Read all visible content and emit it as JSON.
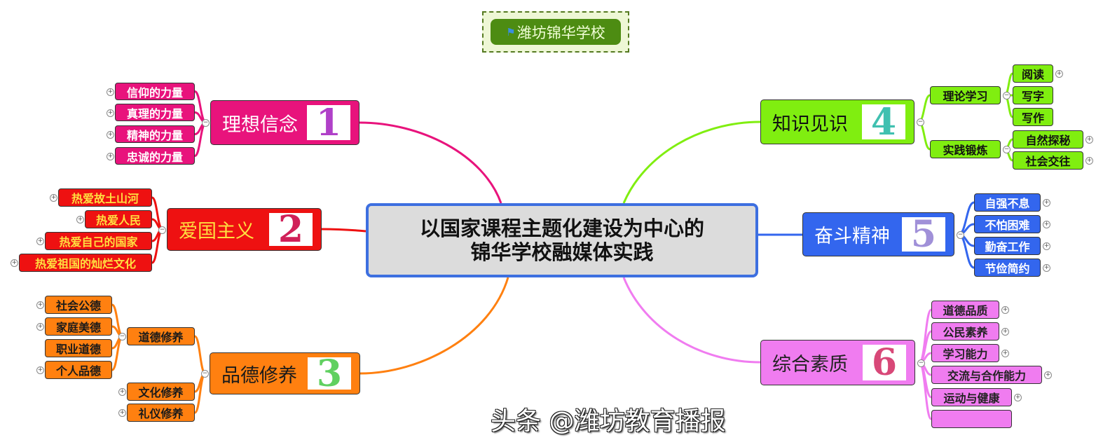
{
  "header": {
    "school_label": "潍坊锦华学校",
    "flag_icon": "flag-icon"
  },
  "center": {
    "line1": "以国家课程主题化建设为中心的",
    "line2": "锦华学校融媒体实践"
  },
  "branches": [
    {
      "label": "理想信念",
      "number": "1",
      "color": "#e8137c",
      "text_color": "#ffffff",
      "children": [
        {
          "label": "信仰的力量"
        },
        {
          "label": "真理的力量"
        },
        {
          "label": "精神的力量"
        },
        {
          "label": "忠诚的力量"
        }
      ]
    },
    {
      "label": "爱国主义",
      "number": "2",
      "color": "#ee1111",
      "text_color": "#ffe040",
      "children": [
        {
          "label": "热爱故土山河"
        },
        {
          "label": "热爱人民"
        },
        {
          "label": "热爱自己的国家"
        },
        {
          "label": "热爱祖国的灿烂文化"
        }
      ]
    },
    {
      "label": "品德修养",
      "number": "3",
      "color": "#ff8010",
      "text_color": "#1a1a1a",
      "children": [
        {
          "label": "道德修养",
          "children": [
            {
              "label": "社会公德"
            },
            {
              "label": "家庭美德"
            },
            {
              "label": "职业道德"
            },
            {
              "label": "个人品德"
            }
          ]
        },
        {
          "label": "文化修养"
        },
        {
          "label": "礼仪修养"
        }
      ]
    },
    {
      "label": "知识见识",
      "number": "4",
      "color": "#80ee10",
      "text_color": "#111111",
      "children": [
        {
          "label": "理论学习",
          "children": [
            {
              "label": "阅读"
            },
            {
              "label": "写字"
            },
            {
              "label": "写作"
            }
          ]
        },
        {
          "label": "实践锻炼",
          "children": [
            {
              "label": "自然探秘"
            },
            {
              "label": "社会交往"
            }
          ]
        }
      ]
    },
    {
      "label": "奋斗精神",
      "number": "5",
      "color": "#3366ee",
      "text_color": "#ffffff",
      "children": [
        {
          "label": "自强不息"
        },
        {
          "label": "不怕困难"
        },
        {
          "label": "勤奋工作"
        },
        {
          "label": "节俭简约"
        }
      ]
    },
    {
      "label": "综合素质",
      "number": "6",
      "color": "#f07cf0",
      "text_color": "#222222",
      "children": [
        {
          "label": "道德品质"
        },
        {
          "label": "公民素养"
        },
        {
          "label": "学习能力"
        },
        {
          "label": "交流与合作能力"
        },
        {
          "label": "运动与健康"
        },
        {
          "label": ""
        }
      ]
    }
  ],
  "number_colors": [
    "#b040c8",
    "#d02058",
    "#60d060",
    "#40c0b0",
    "#a090d8",
    "#d84878"
  ],
  "watermark": "头条 @潍坊教育播报"
}
